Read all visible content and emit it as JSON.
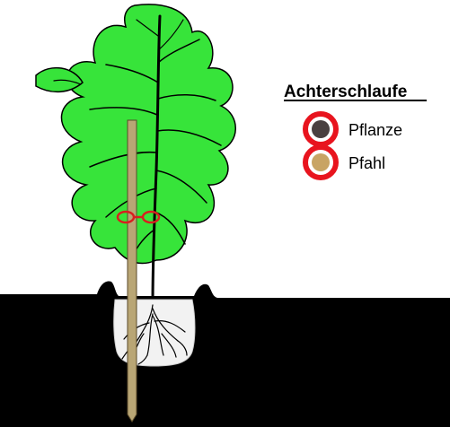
{
  "legend": {
    "title": "Achterschlaufe",
    "items": [
      {
        "label": "Pflanze",
        "fill": "#4a4040"
      },
      {
        "label": "Pfahl",
        "fill": "#c8a464"
      }
    ],
    "loop_color": "#e8141e"
  },
  "colors": {
    "foliage": "#37e43a",
    "stake": "#b9a675",
    "soil": "#000000",
    "root_ball": "#f2f2f2",
    "tie": "#d81f1f"
  }
}
